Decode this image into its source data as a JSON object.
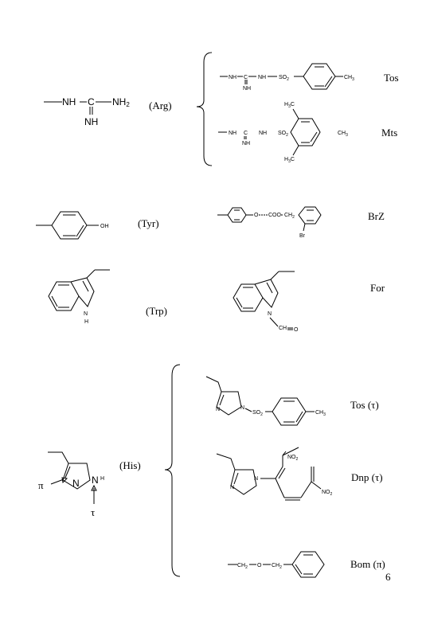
{
  "labels": {
    "arg": "(Arg)",
    "tyr": "(Tyr)",
    "trp": "(Trp)",
    "his": "(His)",
    "tos": "Tos",
    "mts": "Mts",
    "brz": "BrZ",
    "for": "For",
    "tos_tau": "Tos (τ)",
    "dnp_tau": "Dnp (τ)",
    "bom_pi": "Bom (π)",
    "page_number": "6"
  },
  "atoms": {
    "arg_nh1": "NH",
    "arg_c": "C",
    "arg_nh2": "NH",
    "arg_nh2_sub": "2",
    "arg_nh3": "NH",
    "tos_nh1": "NH",
    "tos_c": "C",
    "tos_nh2": "NH",
    "tos_nh3": "NH",
    "tos_so2": "SO",
    "tos_so2_sub": "2",
    "tos_ch3": "CH",
    "tos_ch3_sub": "3",
    "mts_nh1": "NH",
    "mts_c": "C",
    "mts_nh2": "NH",
    "mts_nh3": "NH",
    "mts_so2": "SO",
    "mts_so2_sub": "2",
    "mts_ch3": "CH",
    "mts_ch3_sub": "3",
    "mts_h3c_top": "H",
    "mts_h3c_top_sub": "3",
    "mts_h3c_top_c": "C",
    "mts_h3c_bot": "H",
    "mts_h3c_bot_sub": "3",
    "mts_h3c_bot_c": "C",
    "tyr_oh": "OH",
    "brz_o": "O",
    "brz_coo": "COO",
    "brz_ch2": "CH",
    "brz_ch2_sub": "2",
    "brz_br": "Br",
    "trp_nh": "N",
    "trp_h": "H",
    "for_n": "N",
    "for_cho": "CH",
    "for_o": "O",
    "his_pi": "π",
    "his_tau": "τ",
    "his_n1": "N",
    "his_n2": "N",
    "his_h": "H",
    "hist_n1": "N",
    "hist_n2": "N",
    "hist_so2": "SO",
    "hist_so2_sub": "2",
    "hist_ch3": "CH",
    "hist_ch3_sub": "3",
    "dnp_n1": "N",
    "dnp_n2": "N",
    "dnp_no2_a": "NO",
    "dnp_no2_a_sub": "2",
    "dnp_no2_b": "NO",
    "dnp_no2_b_sub": "2",
    "bom_ch2_a": "CH",
    "bom_ch2_a_sub": "2",
    "bom_o": "O",
    "bom_ch2_b": "CH",
    "bom_ch2_b_sub": "2"
  }
}
